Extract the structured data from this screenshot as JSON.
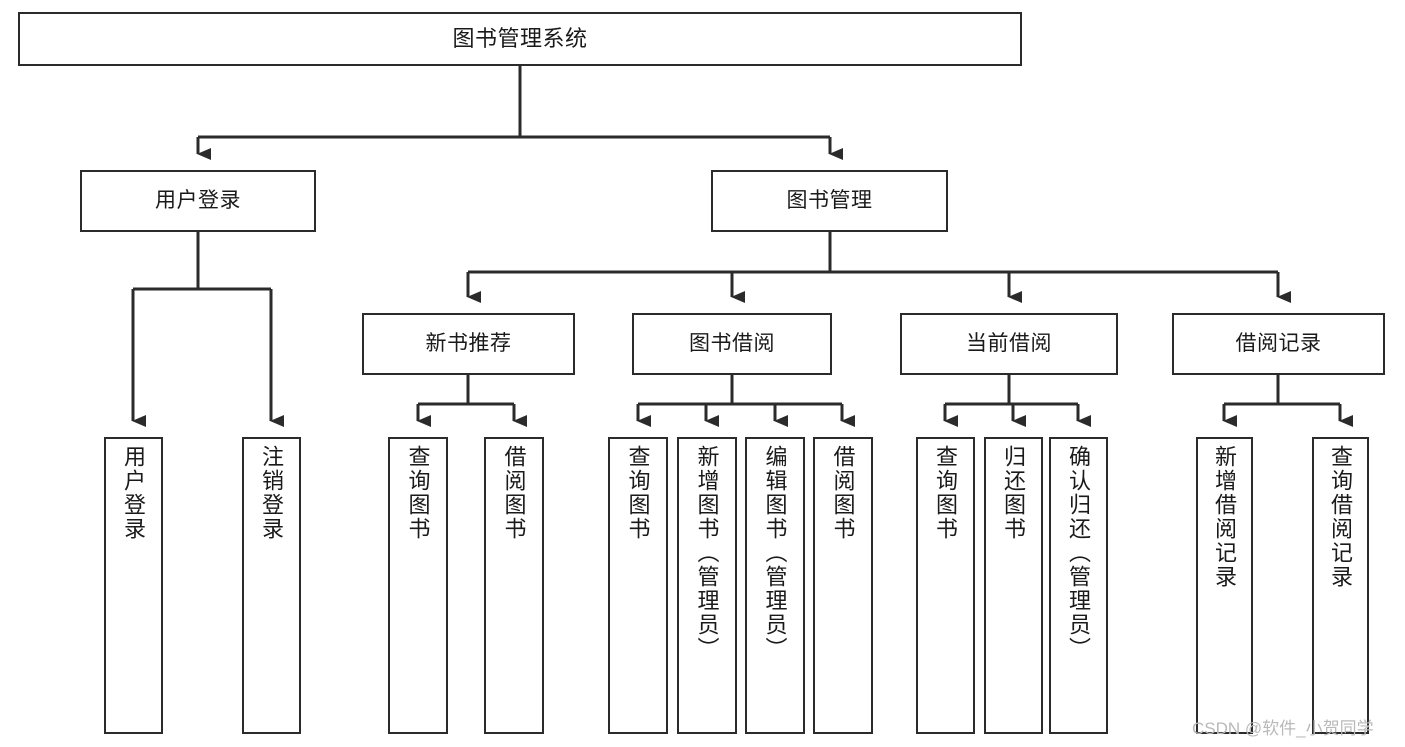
{
  "diagram": {
    "title": "图书管理系统",
    "type": "hierarchy-tree",
    "orientation": "top-down",
    "colors": {
      "background": "#ffffff",
      "node_border": "#2b2b2b",
      "node_fill": "#ffffff",
      "edge": "#2b2b2b",
      "text": "#1a1a1a",
      "watermark": "#b9b9b9"
    },
    "levels": [
      {
        "level": 1,
        "nodes": [
          {
            "id": "root",
            "label": "图书管理系统"
          }
        ]
      },
      {
        "level": 2,
        "nodes": [
          {
            "id": "user-login",
            "label": "用户登录",
            "parent": "root"
          },
          {
            "id": "book-manage",
            "label": "图书管理",
            "parent": "root"
          }
        ]
      },
      {
        "level": 3,
        "nodes": [
          {
            "id": "new-book-rec",
            "label": "新书推荐",
            "parent": "book-manage"
          },
          {
            "id": "book-borrow",
            "label": "图书借阅",
            "parent": "book-manage"
          },
          {
            "id": "current-borrow",
            "label": "当前借阅",
            "parent": "book-manage"
          },
          {
            "id": "borrow-record",
            "label": "借阅记录",
            "parent": "book-manage"
          }
        ]
      },
      {
        "level": 4,
        "nodes": [
          {
            "id": "leaf-user-login",
            "label": "用户登录",
            "parent": "user-login"
          },
          {
            "id": "leaf-user-logout",
            "label": "注销登录",
            "parent": "user-login"
          },
          {
            "id": "leaf-query-book-1",
            "label": "查询图书",
            "parent": "new-book-rec"
          },
          {
            "id": "leaf-borrow-book-1",
            "label": "借阅图书",
            "parent": "new-book-rec"
          },
          {
            "id": "leaf-query-book-2",
            "label": "查询图书",
            "parent": "book-borrow"
          },
          {
            "id": "leaf-add-book",
            "label": "新增图书（管理员）",
            "parent": "book-borrow"
          },
          {
            "id": "leaf-edit-book",
            "label": "编辑图书（管理员）",
            "parent": "book-borrow"
          },
          {
            "id": "leaf-borrow-book-2",
            "label": "借阅图书",
            "parent": "book-borrow"
          },
          {
            "id": "leaf-query-book-3",
            "label": "查询图书",
            "parent": "current-borrow"
          },
          {
            "id": "leaf-return-book",
            "label": "归还图书",
            "parent": "current-borrow"
          },
          {
            "id": "leaf-confirm-return",
            "label": "确认归还（管理员）",
            "parent": "current-borrow"
          },
          {
            "id": "leaf-add-record",
            "label": "新增借阅记录",
            "parent": "borrow-record"
          },
          {
            "id": "leaf-query-record",
            "label": "查询借阅记录",
            "parent": "borrow-record"
          }
        ]
      }
    ]
  },
  "watermark": {
    "text": "CSDN @软件_小贺同学"
  }
}
